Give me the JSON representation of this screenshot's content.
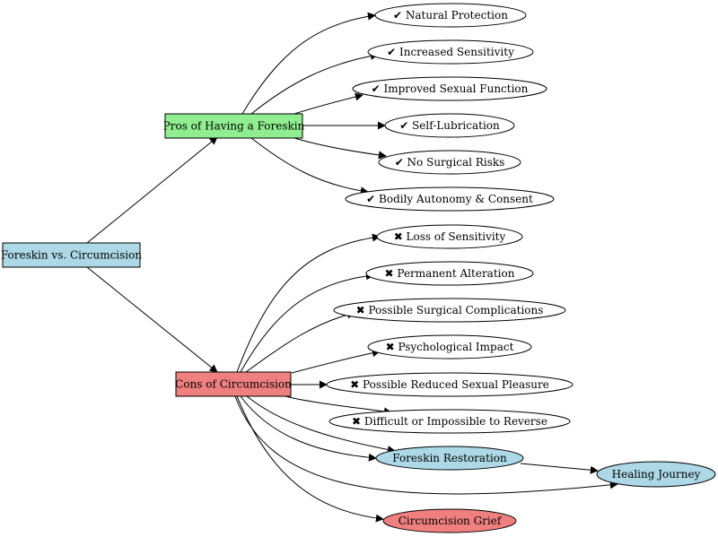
{
  "nodes": {
    "root": {
      "label": "Foreskin vs. Circumcision",
      "fill": "#add8e6"
    },
    "pros": {
      "label": "Pros of Having a Foreskin",
      "fill": "#90ee90"
    },
    "cons": {
      "label": "Cons of Circumcision",
      "fill": "#f08080"
    },
    "pros_items": [
      {
        "label": "✔ Natural Protection"
      },
      {
        "label": "✔ Increased Sensitivity"
      },
      {
        "label": "✔ Improved Sexual Function"
      },
      {
        "label": "✔ Self-Lubrication"
      },
      {
        "label": "✔ No Surgical Risks"
      },
      {
        "label": "✔ Bodily Autonomy & Consent"
      }
    ],
    "cons_items": [
      {
        "label": "✖ Loss of Sensitivity"
      },
      {
        "label": "✖ Permanent Alteration"
      },
      {
        "label": "✖ Possible Surgical Complications"
      },
      {
        "label": "✖ Psychological Impact"
      },
      {
        "label": "✖ Possible Reduced Sexual Pleasure"
      },
      {
        "label": "✖ Difficult or Impossible to Reverse"
      }
    ],
    "restoration": {
      "label": "Foreskin Restoration",
      "fill": "#add8e6"
    },
    "healing": {
      "label": "Healing Journey",
      "fill": "#add8e6"
    },
    "grief": {
      "label": "Circumcision Grief",
      "fill": "#f08080"
    }
  }
}
